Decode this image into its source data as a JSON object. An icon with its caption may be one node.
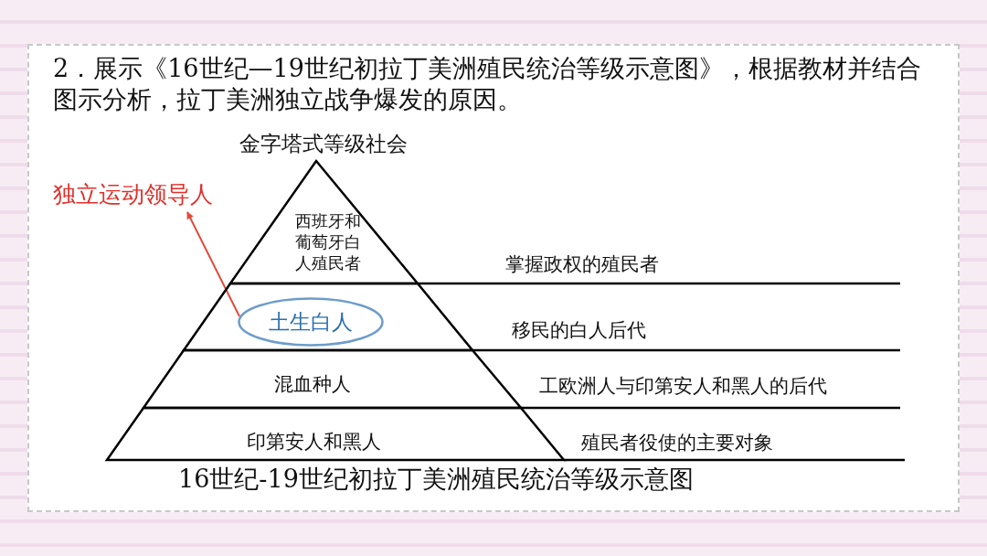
{
  "diagram": {
    "title": "2．展示《16世纪—19世纪初拉丁美洲殖民统治等级示意图》，根据教材并结合图示分析，拉丁美洲独立战争爆发的原因。",
    "caption": "16世纪-19世纪初拉丁美洲殖民统治等级示意图",
    "nodes": [
      {
        "text": [
          "独立运动领导人"
        ]
      },
      {
        "text": [
          "西班牙和葡萄牙白人殖民者"
        ]
      },
      {
        "text": [],
        "shape": "band"
      },
      {
        "text": [
          "土生白人"
        ],
        "in": 2
      },
      {
        "text": [
          "混血种人"
        ]
      },
      {
        "text": [
          "印第安人和黑人"
        ]
      }
    ],
    "edges": [
      {
        "from": 3,
        "to": 0,
        "arrow": "to",
        "color": "#e04a3a"
      }
    ],
    "labels": [
      "金字塔式等级社会",
      "掌握政权的殖民者",
      "移民的白人后代",
      "工欧洲人与印第安人和黑人的后代",
      "殖民者役使的主要对象"
    ]
  }
}
